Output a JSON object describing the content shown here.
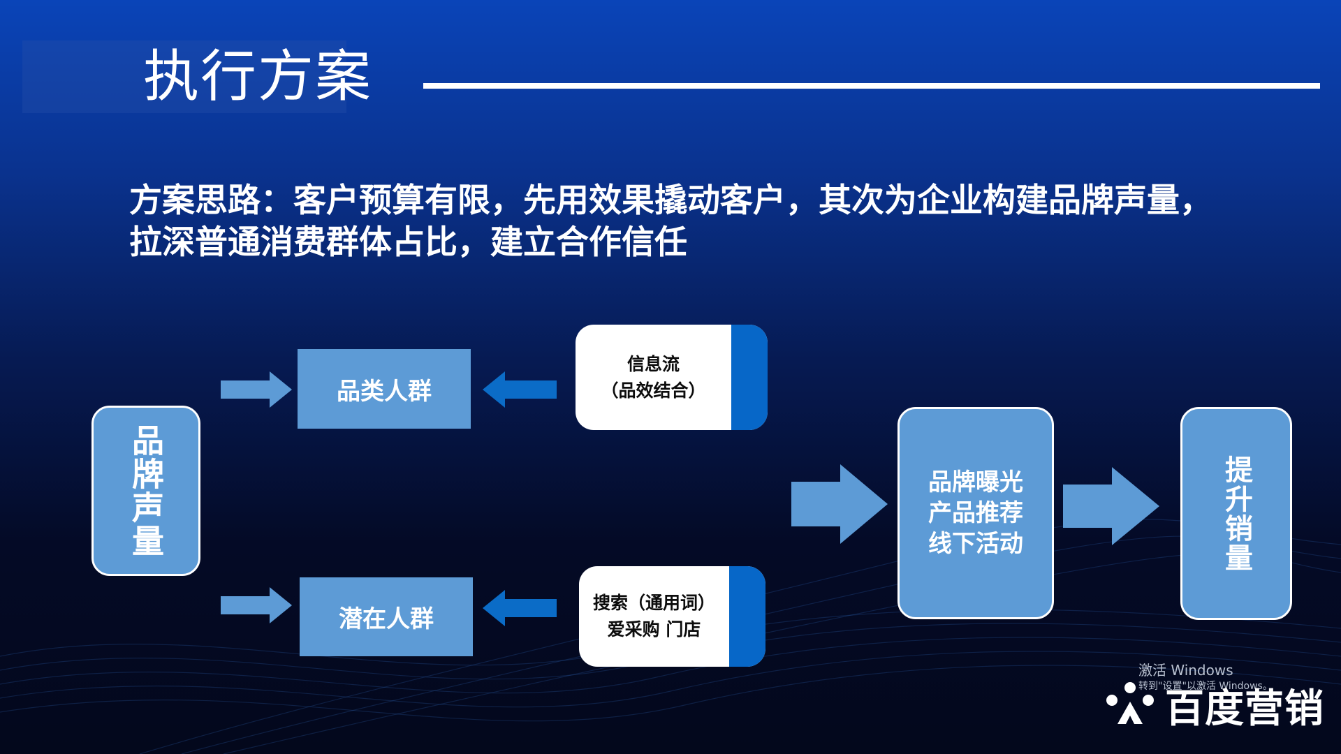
{
  "slide": {
    "title": "执行方案",
    "idea_line1": "方案思路：客户预算有限，先用效果撬动客户，其次为企业构建品牌声量，",
    "idea_line2": "拉深普通消费群体占比，建立合作信任"
  },
  "diagram": {
    "brand_volume": "品牌声量",
    "category_group": "品类人群",
    "potential_group": "潜在人群",
    "feed_line1": "信息流",
    "feed_line2": "（品效结合）",
    "search_line1": "搜索（通用词）",
    "search_line2": "爱采购 门店",
    "exposure_line1": "品牌曝光",
    "exposure_line2": "产品推荐",
    "exposure_line3": "线下活动",
    "boost_sales": "提升销量"
  },
  "colors": {
    "box_fill": "#5d9bd6",
    "card_bar": "#0767c8",
    "arrow": "#5d9bd6"
  },
  "watermark": {
    "line1": "激活 Windows",
    "line2": "转到\"设置\"以激活 Windows。"
  },
  "logo": {
    "text": "百度营销",
    "icon": "paw-icon"
  }
}
